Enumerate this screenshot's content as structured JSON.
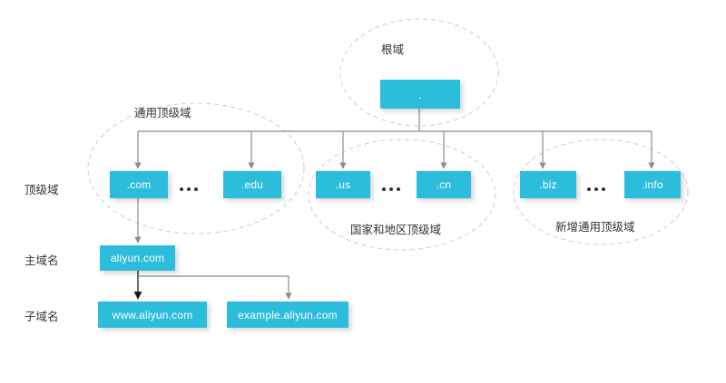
{
  "diagram": {
    "title": "DNS domain name hierarchy",
    "background": "#ffffff",
    "node_color": "#2CBDDD",
    "node_text_color": "#ffffff",
    "connector_color": "#8c8c8c",
    "highlight_connector_color": "#1a1a1a",
    "ellipse_color": "#cccccc"
  },
  "row_labels": [
    {
      "id": "tld",
      "label": "顶级域"
    },
    {
      "id": "main-domain",
      "label": "主域名"
    },
    {
      "id": "sub-domain",
      "label": "子域名"
    }
  ],
  "groups": [
    {
      "id": "root",
      "label": "根域"
    },
    {
      "id": "generic-tld",
      "label": "通用顶级域"
    },
    {
      "id": "country-tld",
      "label": "国家和地区顶级域"
    },
    {
      "id": "new-generic-tld",
      "label": "新增通用顶级域"
    }
  ],
  "nodes": {
    "root": {
      "label": ".",
      "group": "root"
    },
    "tld": [
      {
        "id": "com",
        "label": ".com",
        "group": "generic-tld"
      },
      {
        "id": "edu",
        "label": ".edu",
        "group": "generic-tld"
      },
      {
        "id": "us",
        "label": ".us",
        "group": "country-tld"
      },
      {
        "id": "cn",
        "label": ".cn",
        "group": "country-tld"
      },
      {
        "id": "biz",
        "label": ".biz",
        "group": "new-generic-tld"
      },
      {
        "id": "info",
        "label": ".info",
        "group": "new-generic-tld"
      }
    ],
    "main_domain": [
      {
        "id": "aliyun-com",
        "label": "aliyun.com"
      }
    ],
    "sub_domain": [
      {
        "id": "www-aliyun-com",
        "label": "www.aliyun.com"
      },
      {
        "id": "example-aliyun-com",
        "label": "example.aliyun.com"
      }
    ]
  },
  "ellipsis_markers": [
    {
      "id": "generic-tld-ellipsis",
      "dots": 3
    },
    {
      "id": "country-tld-ellipsis",
      "dots": 3
    },
    {
      "id": "new-generic-tld-ellipsis",
      "dots": 3
    }
  ]
}
